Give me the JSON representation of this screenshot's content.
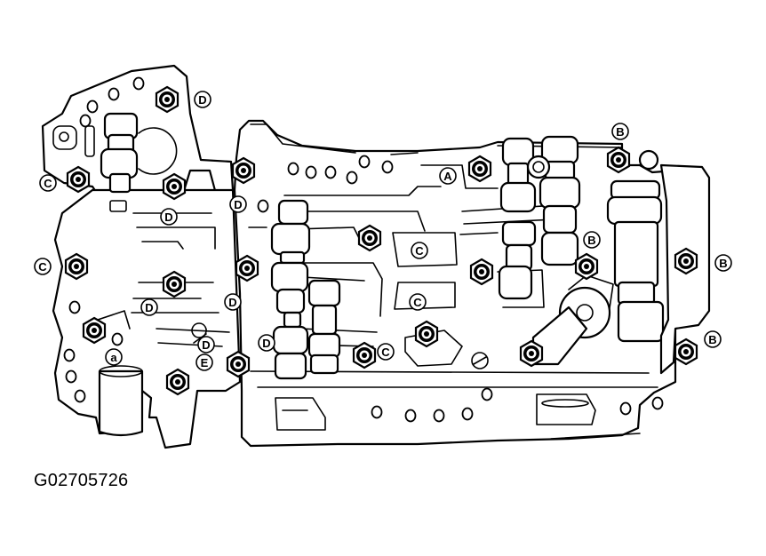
{
  "figure": {
    "id": "G02705726"
  },
  "callouts": [
    {
      "letter": "D"
    },
    {
      "letter": "C"
    },
    {
      "letter": "D"
    },
    {
      "letter": "D"
    },
    {
      "letter": "C"
    },
    {
      "letter": "D"
    },
    {
      "letter": "D"
    },
    {
      "letter": "D"
    },
    {
      "letter": "D"
    },
    {
      "letter": "E"
    },
    {
      "letter": "a"
    },
    {
      "letter": "A"
    },
    {
      "letter": "C"
    },
    {
      "letter": "C"
    },
    {
      "letter": "C"
    },
    {
      "letter": "B"
    },
    {
      "letter": "B"
    },
    {
      "letter": "B"
    },
    {
      "letter": "B"
    }
  ]
}
